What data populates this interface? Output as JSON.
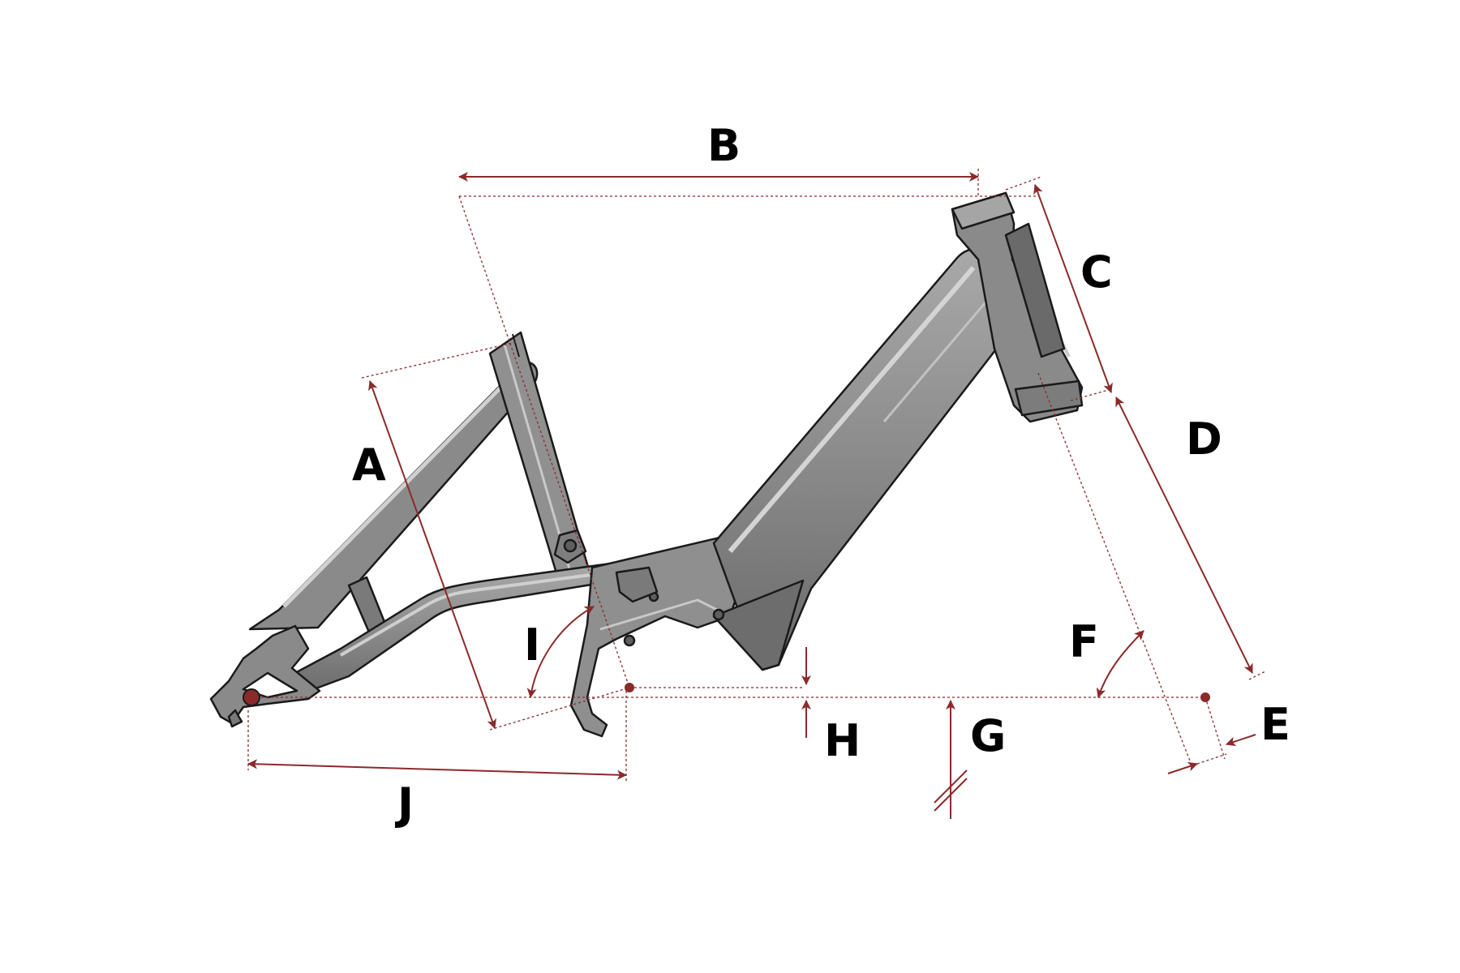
{
  "colors": {
    "frame_fill": "#8c8c8c",
    "frame_dark": "#5e5e5e",
    "frame_light": "#b5b5b5",
    "frame_outline": "#1a1a1a",
    "dimension": "#8b2a2a",
    "background": "#ffffff"
  },
  "labels": {
    "a": "A",
    "b": "B",
    "c": "C",
    "d": "D",
    "e": "E",
    "f": "F",
    "g": "G",
    "h": "H",
    "i": "I",
    "j": "J"
  }
}
